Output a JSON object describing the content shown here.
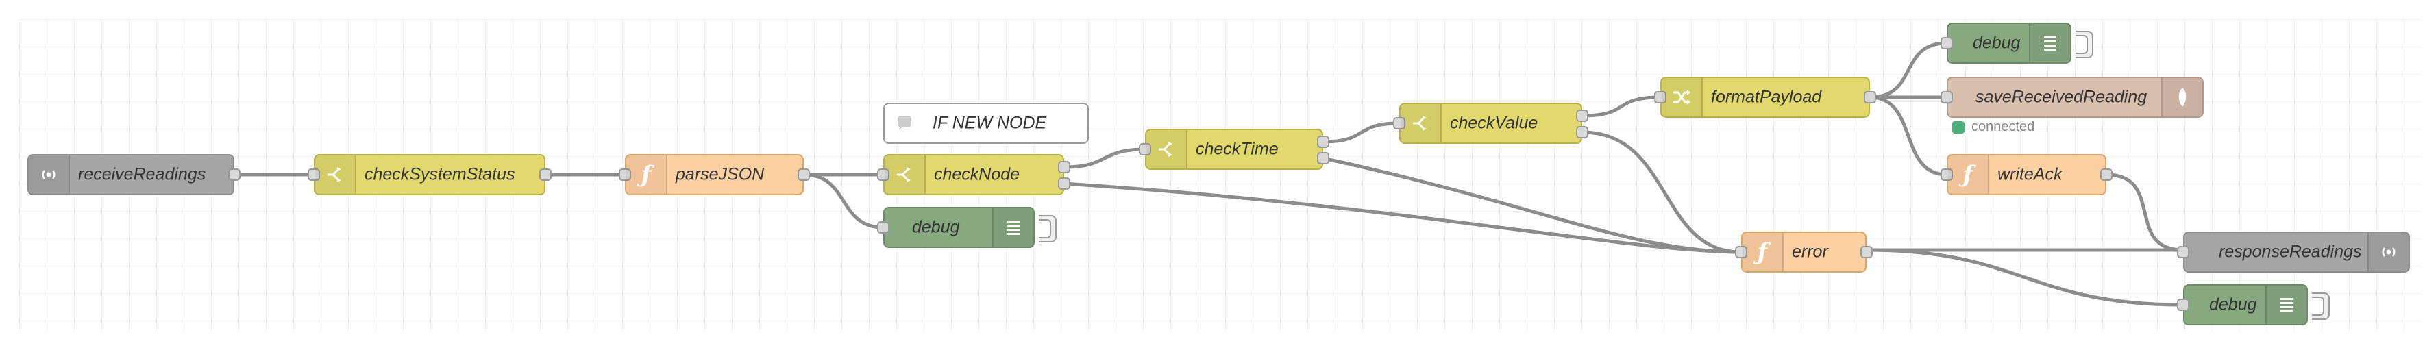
{
  "editor": {
    "colors": {
      "grid": "#eeeeee",
      "wire": "#8c8c8c",
      "switch_node": "#e2d96e",
      "function_node": "#fdd0a2",
      "debug_node": "#87a980",
      "http_node": "#a6a6a6",
      "db_node": "#d8bfae",
      "status_connected": "#4caf78"
    }
  },
  "nodes": {
    "receiveReadings": {
      "label": "receiveReadings",
      "icon": "http-in-icon"
    },
    "checkSystemStatus": {
      "label": "checkSystemStatus",
      "icon": "switch-icon"
    },
    "parseJSON": {
      "label": "parseJSON",
      "icon": "function-icon"
    },
    "comment": {
      "label": "IF NEW NODE",
      "icon": "comment-icon"
    },
    "checkNode": {
      "label": "checkNode",
      "icon": "switch-icon"
    },
    "debug1": {
      "label": "debug",
      "icon": "debug-icon"
    },
    "checkTime": {
      "label": "checkTime",
      "icon": "switch-icon"
    },
    "checkValue": {
      "label": "checkValue",
      "icon": "switch-icon"
    },
    "formatPayload": {
      "label": "formatPayload",
      "icon": "change-icon"
    },
    "debug2": {
      "label": "debug",
      "icon": "debug-icon"
    },
    "saveReceivedReading": {
      "label": "saveReceivedReading",
      "icon": "database-icon",
      "status": "connected"
    },
    "writeAck": {
      "label": "writeAck",
      "icon": "function-icon"
    },
    "error": {
      "label": "error",
      "icon": "function-icon"
    },
    "responseReadings": {
      "label": "responseReadings",
      "icon": "http-response-icon"
    },
    "debug3": {
      "label": "debug",
      "icon": "debug-icon"
    }
  }
}
